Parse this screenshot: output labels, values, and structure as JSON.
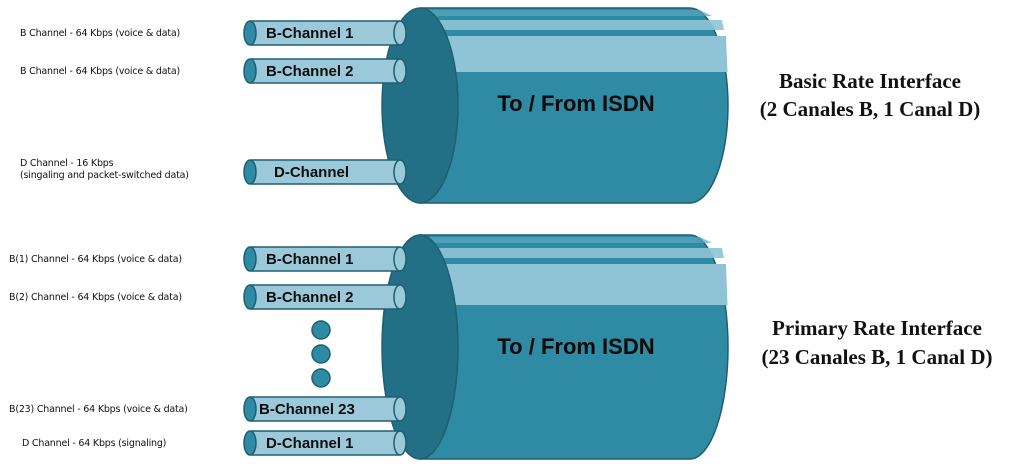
{
  "colors": {
    "cylinder_body": "#2f8aa3",
    "cylinder_stripe_light": "#8fc3d6",
    "cylinder_end": "#236f85",
    "tube_fill": "#9cc9da",
    "tube_outline": "#1f5f73"
  },
  "bri": {
    "cylinder_label": "To / From ISDN",
    "title": "Basic Rate Interface",
    "subtitle": "(2 Canales B, 1 Canal D)",
    "channels": [
      {
        "label": "B-Channel 1",
        "desc": [
          "B Channel - 64 Kbps (voice & data)"
        ]
      },
      {
        "label": "B-Channel 2",
        "desc": [
          "B Channel - 64 Kbps (voice & data)"
        ]
      },
      {
        "label": "D-Channel",
        "desc": [
          "D Channel - 16 Kbps",
          "(singaling and packet-switched data)"
        ]
      }
    ]
  },
  "pri": {
    "cylinder_label": "To / From ISDN",
    "title": "Primary Rate Interface",
    "subtitle": "(23 Canales B, 1 Canal D)",
    "channels": [
      {
        "label": "B-Channel 1",
        "desc": [
          "B(1) Channel - 64 Kbps (voice & data)"
        ]
      },
      {
        "label": "B-Channel 2",
        "desc": [
          "B(2) Channel - 64 Kbps (voice & data)"
        ]
      },
      {
        "label": "B-Channel 23",
        "desc": [
          "B(23) Channel - 64 Kbps (voice & data)"
        ]
      },
      {
        "label": "D-Channel 1",
        "desc": [
          "D Channel - 64 Kbps (signaling)"
        ]
      }
    ]
  }
}
